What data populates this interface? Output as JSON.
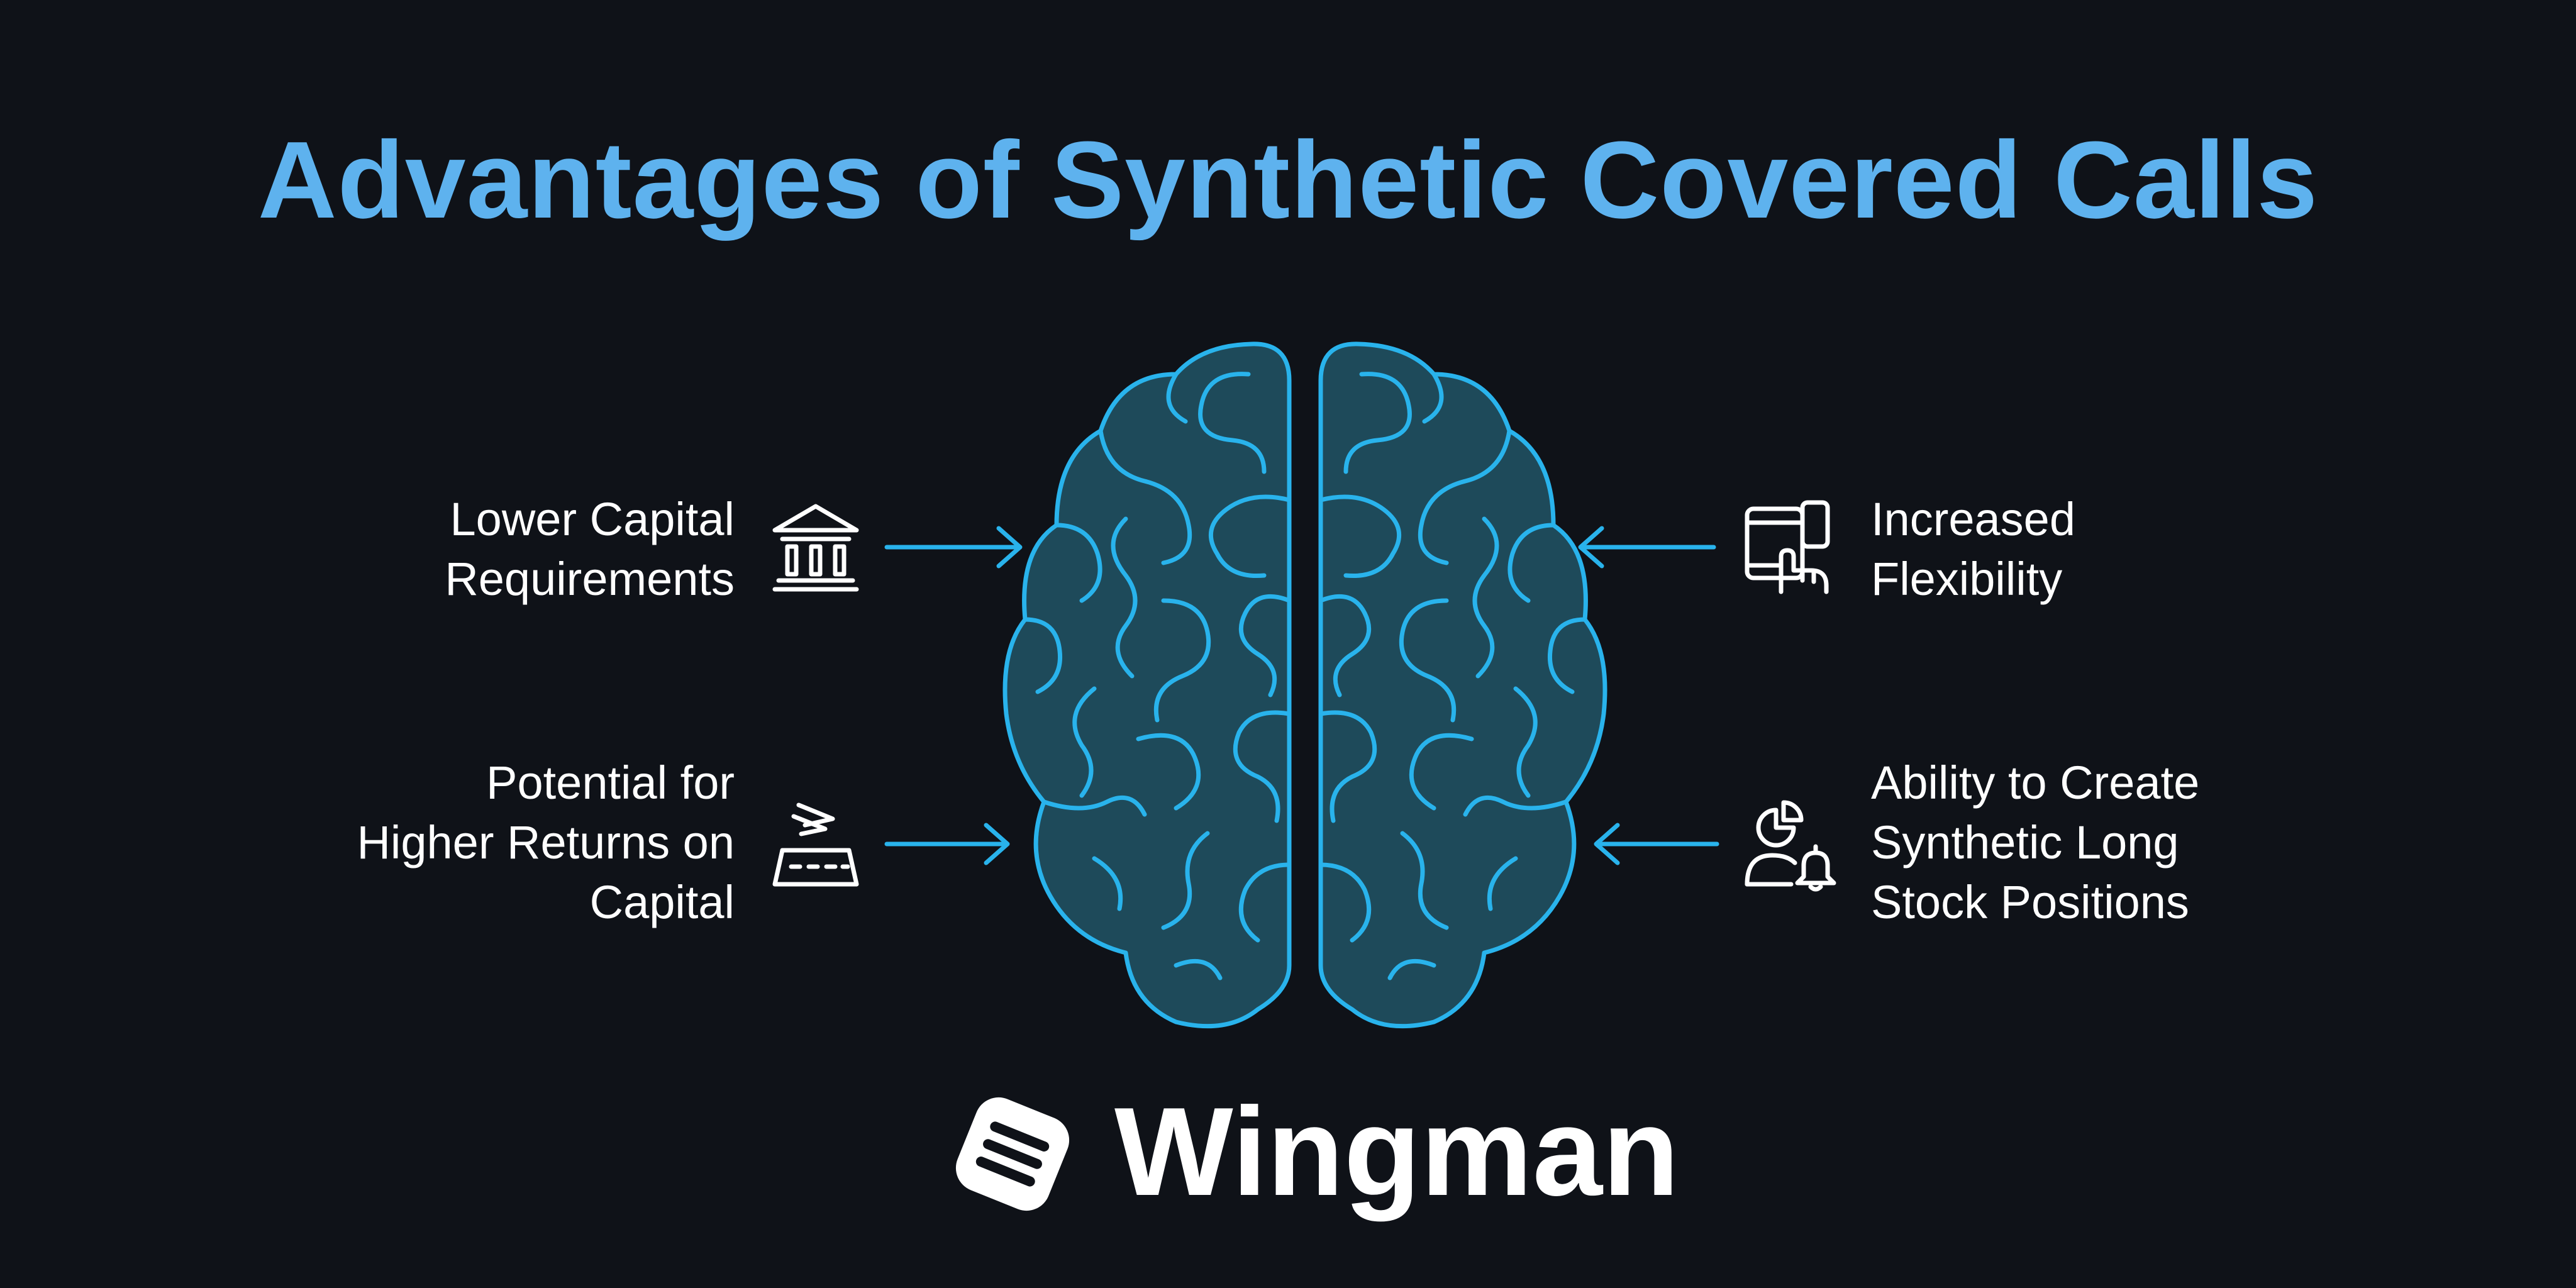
{
  "title": "Advantages of Synthetic Covered Calls",
  "items": [
    {
      "label": "Lower Capital\nRequirements",
      "icon": "bank-icon",
      "side": "left"
    },
    {
      "label": "Potential for\nHigher Returns on\nCapital",
      "icon": "ticket-icon",
      "side": "left"
    },
    {
      "label": "Increased\nFlexibility",
      "icon": "devices-icon",
      "side": "right"
    },
    {
      "label": "Ability to Create\nSynthetic Long\nStock Positions",
      "icon": "user-chart-bell-icon",
      "side": "right"
    }
  ],
  "brand": {
    "name": "Wingman"
  },
  "colors": {
    "background": "#0f1218",
    "title": "#5eb2ee",
    "accent": "#29b3ec",
    "brain_fill": "#1e4a5a",
    "text": "#ffffff"
  }
}
